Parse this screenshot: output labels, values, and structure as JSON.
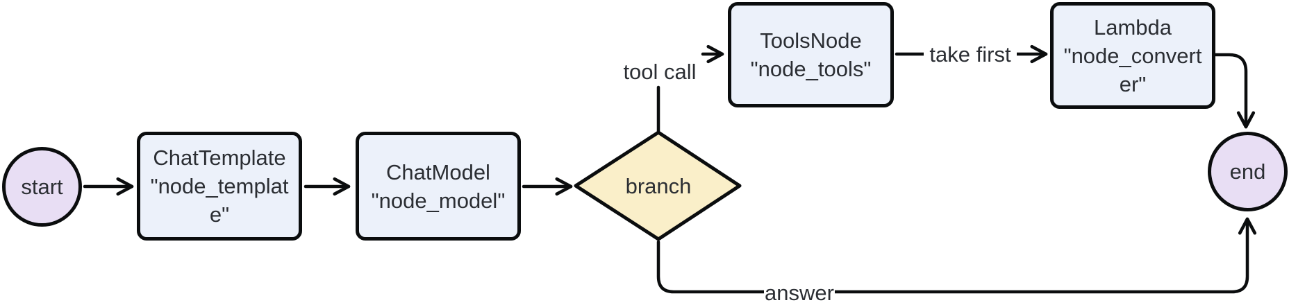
{
  "colors": {
    "background": "#ffffff",
    "edge": "#0b0d0e",
    "border": "#0b0d0e",
    "text": "#2b2e33",
    "rect-fill": "#ecf1fa",
    "circle-fill": "#e8def4",
    "diamond-fill": "#faefc9",
    "label-bg": "#ffffff"
  },
  "nodes": {
    "start": {
      "label": "start"
    },
    "template": {
      "line1": "ChatTemplate",
      "line2": "\"node_template\""
    },
    "model": {
      "line1": "ChatModel",
      "line2": "\"node_model\""
    },
    "branch": {
      "label": "branch"
    },
    "tools": {
      "line1": "ToolsNode",
      "line2": "\"node_tools\""
    },
    "converter": {
      "line1": "Lambda",
      "line2": "\"node_converter\""
    },
    "end": {
      "label": "end"
    }
  },
  "edge_labels": {
    "tool_call": "tool call",
    "take_first": "take first",
    "answer": "answer"
  }
}
